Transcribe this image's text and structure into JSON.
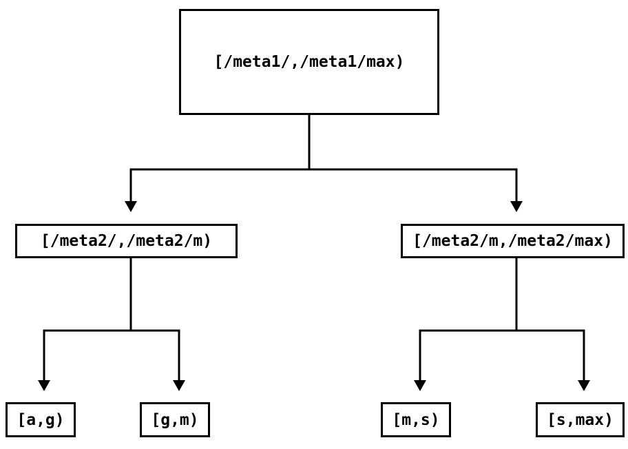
{
  "canvas": {
    "background_color": "#ffffff",
    "line_color": "#000000",
    "text_color": "#000000"
  },
  "diagram": {
    "type": "tree",
    "nodes": {
      "root": {
        "label": "[/meta1/,/meta1/max)"
      },
      "left_child": {
        "label": "[/meta2/,/meta2/m)"
      },
      "right_child": {
        "label": "[/meta2/m,/meta2/max)"
      },
      "leaf_ag": {
        "label": "[a,g)"
      },
      "leaf_gm": {
        "label": "[g,m)"
      },
      "leaf_ms": {
        "label": "[m,s)"
      },
      "leaf_smax": {
        "label": "[s,max)"
      }
    },
    "edges": [
      {
        "from": "root",
        "to": "left_child"
      },
      {
        "from": "root",
        "to": "right_child"
      },
      {
        "from": "left_child",
        "to": "leaf_ag"
      },
      {
        "from": "left_child",
        "to": "leaf_gm"
      },
      {
        "from": "right_child",
        "to": "leaf_ms"
      },
      {
        "from": "right_child",
        "to": "leaf_smax"
      }
    ]
  }
}
